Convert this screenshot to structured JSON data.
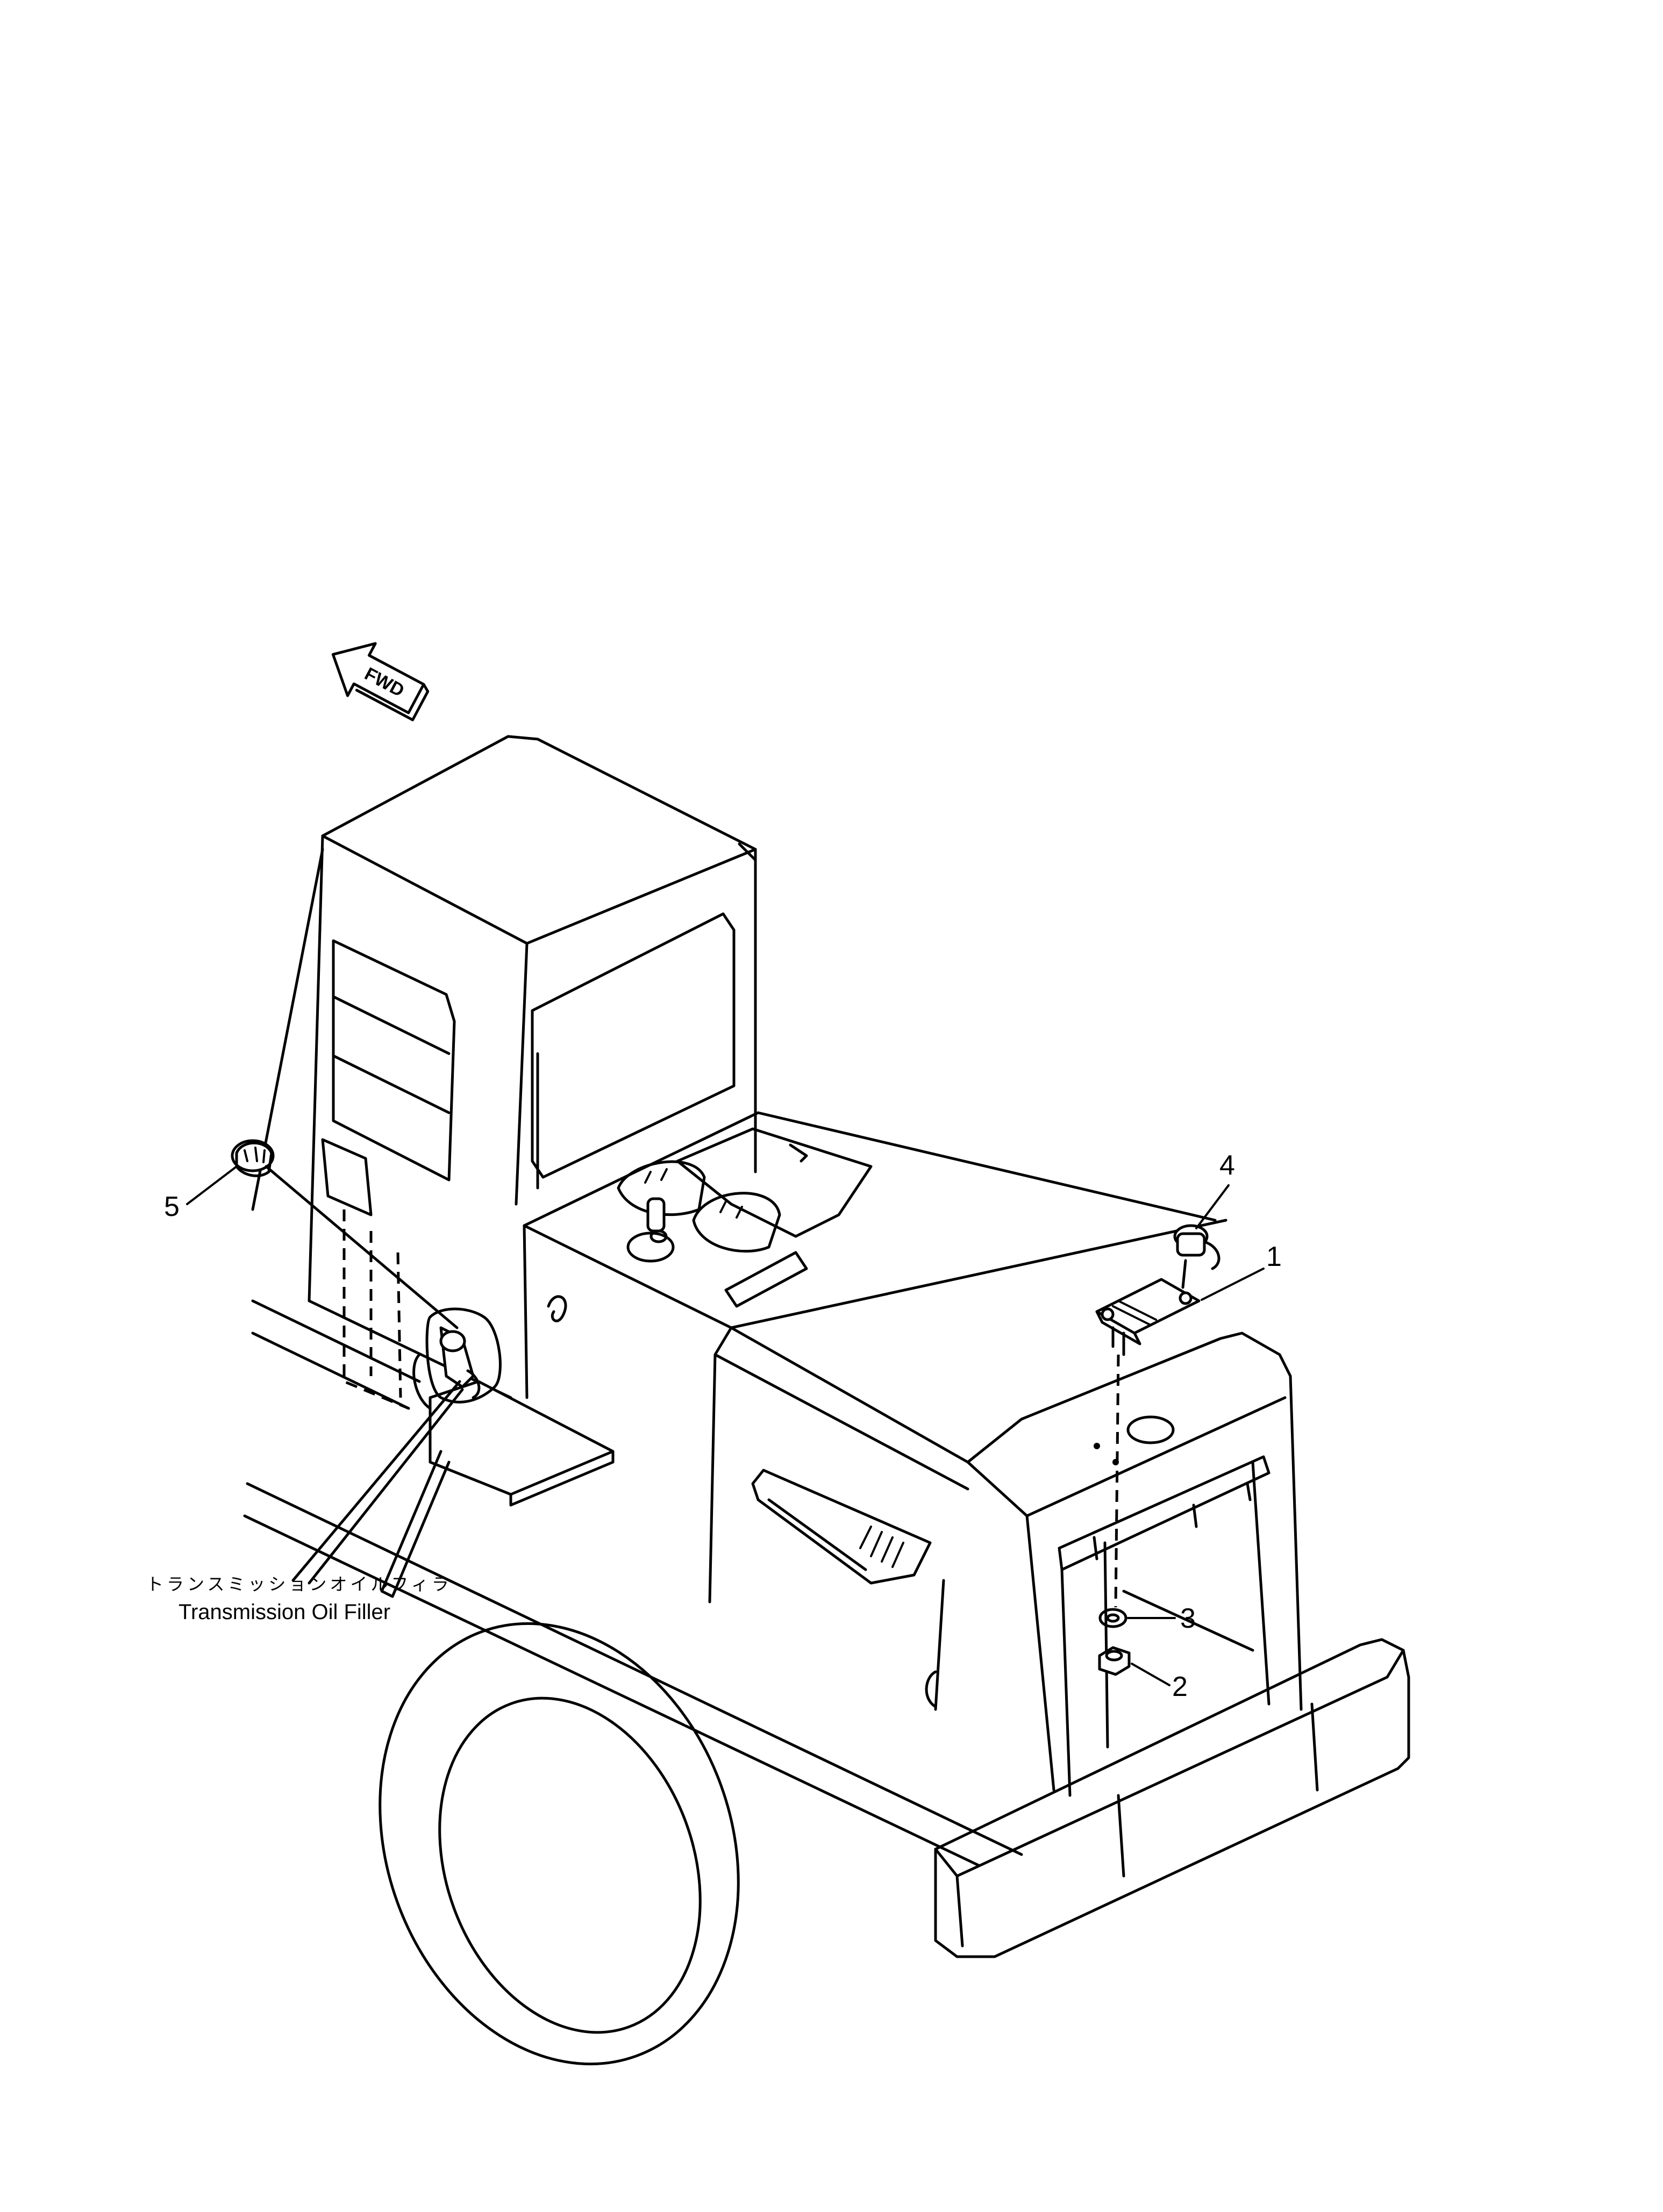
{
  "diagram": {
    "fwd_label": "FWD",
    "callouts": [
      "1",
      "2",
      "3",
      "4",
      "5"
    ],
    "filler_label_jp": "トランスミッションオイルフィラ",
    "filler_label_en": "Transmission Oil Filler"
  }
}
